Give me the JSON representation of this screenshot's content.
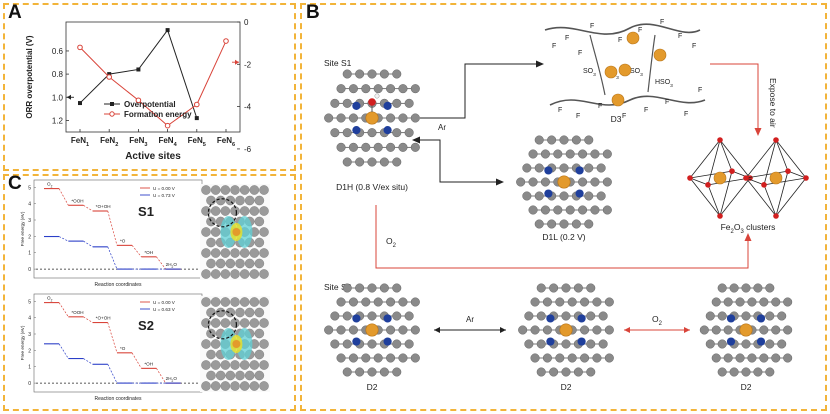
{
  "panels": {
    "a": {
      "label": "A"
    },
    "b": {
      "label": "B"
    },
    "c": {
      "label": "C"
    }
  },
  "chart_data": [
    {
      "type": "line",
      "panel": "A",
      "categories": [
        "FeN1",
        "FeN2",
        "FeN3",
        "FeN4",
        "FeN5",
        "FeN6"
      ],
      "category_labels": [
        {
          "base": "FeN",
          "sub": "1"
        },
        {
          "base": "FeN",
          "sub": "2"
        },
        {
          "base": "FeN",
          "sub": "3"
        },
        {
          "base": "FeN",
          "sub": "4"
        },
        {
          "base": "FeN",
          "sub": "5"
        },
        {
          "base": "FeN",
          "sub": "6"
        }
      ],
      "xlabel": "Active sites",
      "ylabel": "ORR overpotential (V)",
      "ylim": [
        1.3,
        0.35
      ],
      "yticks": [
        "0.6",
        "0.8",
        "1.0",
        "1.2"
      ],
      "y2lim": [
        -5.2,
        0.0
      ],
      "y2ticks": [
        "0",
        "-2",
        "-4",
        "-6"
      ],
      "series": [
        {
          "name": "Overpotential",
          "axis": "left",
          "color": "#222222",
          "marker": "square",
          "values": [
            1.05,
            0.8,
            0.76,
            0.42,
            1.18,
            null
          ]
        },
        {
          "name": "Formation energy",
          "axis": "right",
          "color": "#d9443a",
          "marker": "circle",
          "values": [
            -1.2,
            -2.6,
            -3.7,
            -4.9,
            -3.9,
            -0.9
          ]
        }
      ]
    },
    {
      "type": "line",
      "panel": "C-S1",
      "title": "S1",
      "xlabel": "Reaction coordinates",
      "ylabel": "Free energy (eV)",
      "ylim": [
        -0.3,
        5.2
      ],
      "yticks": [
        "0",
        "1",
        "2",
        "3",
        "4",
        "5"
      ],
      "steps": [
        "O2",
        "*OOH",
        "*O+OH",
        "*O",
        "*OH",
        "2H2O"
      ],
      "step_labels": [
        {
          "base": "O",
          "sub": "2"
        },
        {
          "base": "*OOH",
          "sub": ""
        },
        {
          "base": "*O+OH",
          "sub": ""
        },
        {
          "base": "*O",
          "sub": ""
        },
        {
          "base": "*OH",
          "sub": ""
        },
        {
          "base": "2H",
          "sub": "2",
          "tail": "O"
        }
      ],
      "series": [
        {
          "name": "U = 0.00 V",
          "color": "#d9443a",
          "values": [
            4.92,
            3.9,
            3.55,
            1.45,
            0.75,
            0.0
          ]
        },
        {
          "name": "U = 0.73 V",
          "color": "#2b3fc8",
          "values": [
            1.99,
            1.71,
            1.36,
            0.0,
            0.0,
            0.0
          ]
        }
      ]
    },
    {
      "type": "line",
      "panel": "C-S2",
      "title": "S2",
      "xlabel": "Reaction coordinates",
      "ylabel": "Free energy (eV)",
      "ylim": [
        -0.3,
        5.2
      ],
      "yticks": [
        "0",
        "1",
        "2",
        "3",
        "4",
        "5"
      ],
      "steps": [
        "O2",
        "*OOH",
        "*O+OH",
        "*O",
        "*OH",
        "2H2O"
      ],
      "step_labels": [
        {
          "base": "O",
          "sub": "2"
        },
        {
          "base": "*OOH",
          "sub": ""
        },
        {
          "base": "*O+OH",
          "sub": ""
        },
        {
          "base": "*O",
          "sub": ""
        },
        {
          "base": "*OH",
          "sub": ""
        },
        {
          "base": "2H",
          "sub": "2",
          "tail": "O"
        }
      ],
      "series": [
        {
          "name": "U = 0.00 V",
          "color": "#d9443a",
          "values": [
            4.92,
            4.05,
            3.7,
            1.85,
            0.9,
            0.0
          ]
        },
        {
          "name": "U = 0.63 V",
          "color": "#2b3fc8",
          "values": [
            2.4,
            1.5,
            1.15,
            0.0,
            0.0,
            0.0
          ]
        }
      ]
    }
  ],
  "diagram": {
    "site_s1": "Site S1",
    "site_s2": "Site S2",
    "d1h": "D1H (0.8 V/ex situ)",
    "d1l": "D1L (0.2 V)",
    "d2": "D2",
    "d3": "D3",
    "ar": "Ar",
    "o2": {
      "base": "O",
      "sub": "2"
    },
    "expose": "Expose to air",
    "fe2o3": {
      "base": "Fe",
      "sub1": "2",
      "mid": "O",
      "sub2": "3",
      "tail": " clusters"
    },
    "f": "F",
    "so3": {
      "base": "SO",
      "sub": "3"
    },
    "hso3": {
      "base": "HSO",
      "sub": "3"
    }
  },
  "colors": {
    "panel_border": "#f2b43a",
    "carbon": "#8a8a8a",
    "nitrogen": "#1f3f9c",
    "iron": "#e39a2c",
    "oxygen": "#d21f1f",
    "red_arrow": "#d9443a"
  }
}
